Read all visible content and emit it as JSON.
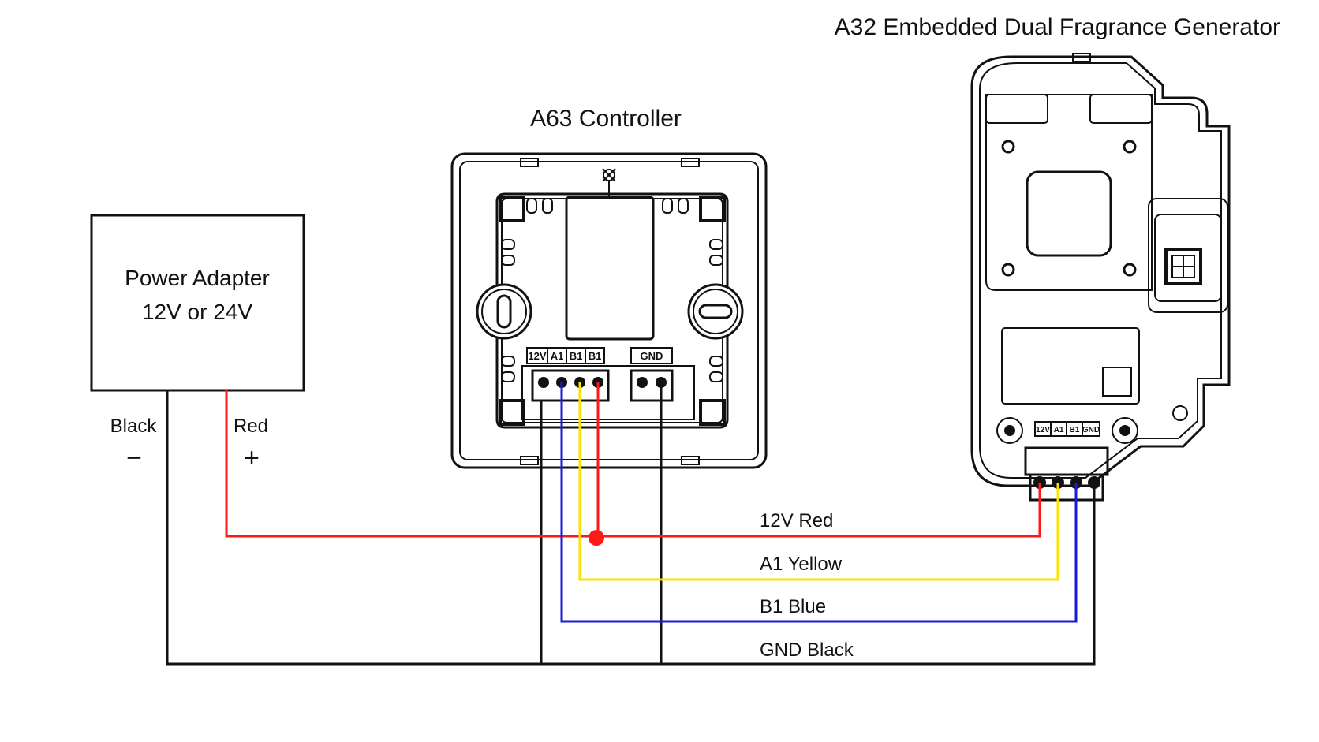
{
  "titles": {
    "generator": "A32 Embedded Dual Fragrance Generator",
    "controller": "A63 Controller"
  },
  "adapter": {
    "line1": "Power Adapter",
    "line2": "12V or 24V",
    "neg_label": "Black",
    "neg_sign": "−",
    "pos_label": "Red",
    "pos_sign": "+"
  },
  "controller_terminals": [
    "12V",
    "A1",
    "B1",
    "B1"
  ],
  "controller_gnd": "GND",
  "generator_terminals": [
    "12V",
    "A1",
    "B1",
    "GND"
  ],
  "wires": {
    "red": "12V Red",
    "yellow": "A1 Yellow",
    "blue": "B1 Blue",
    "black": "GND Black"
  },
  "colors": {
    "red": "#ff1a1a",
    "yellow": "#ffe000",
    "blue": "#1a1adc",
    "black": "#111111"
  }
}
